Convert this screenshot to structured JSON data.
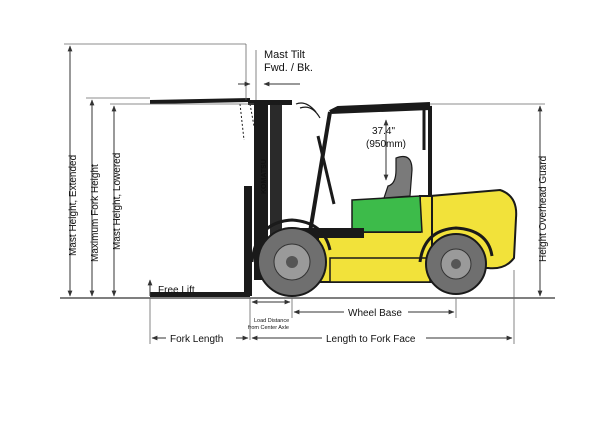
{
  "labels": {
    "mast_tilt_line1": "Mast Tilt",
    "mast_tilt_line2": "Fwd. / Bk.",
    "seat_height": "37.4\"",
    "seat_height_metric": "(950mm)",
    "mast_height_extended": "Mast Height, Extended",
    "max_fork_height": "Maximum Fork Height",
    "mast_height_lowered": "Mast Height, Lowered",
    "height_overhead_guard": "Height Overhead Guard",
    "free_lift": "Free Lift",
    "wheel_base": "Wheel Base",
    "load_distance_line1": "Load Distance",
    "load_distance_line2": "from Center Axle",
    "fork_length": "Fork Length",
    "length_to_fork_face": "Length to Fork Face",
    "brand": "KOMATSU"
  },
  "colors": {
    "body_yellow": "#f2e23a",
    "seat_green": "#3dbb4a",
    "tire_gray": "#6f6f6f",
    "frame_black": "#1a1a1a",
    "line": "#333333"
  }
}
